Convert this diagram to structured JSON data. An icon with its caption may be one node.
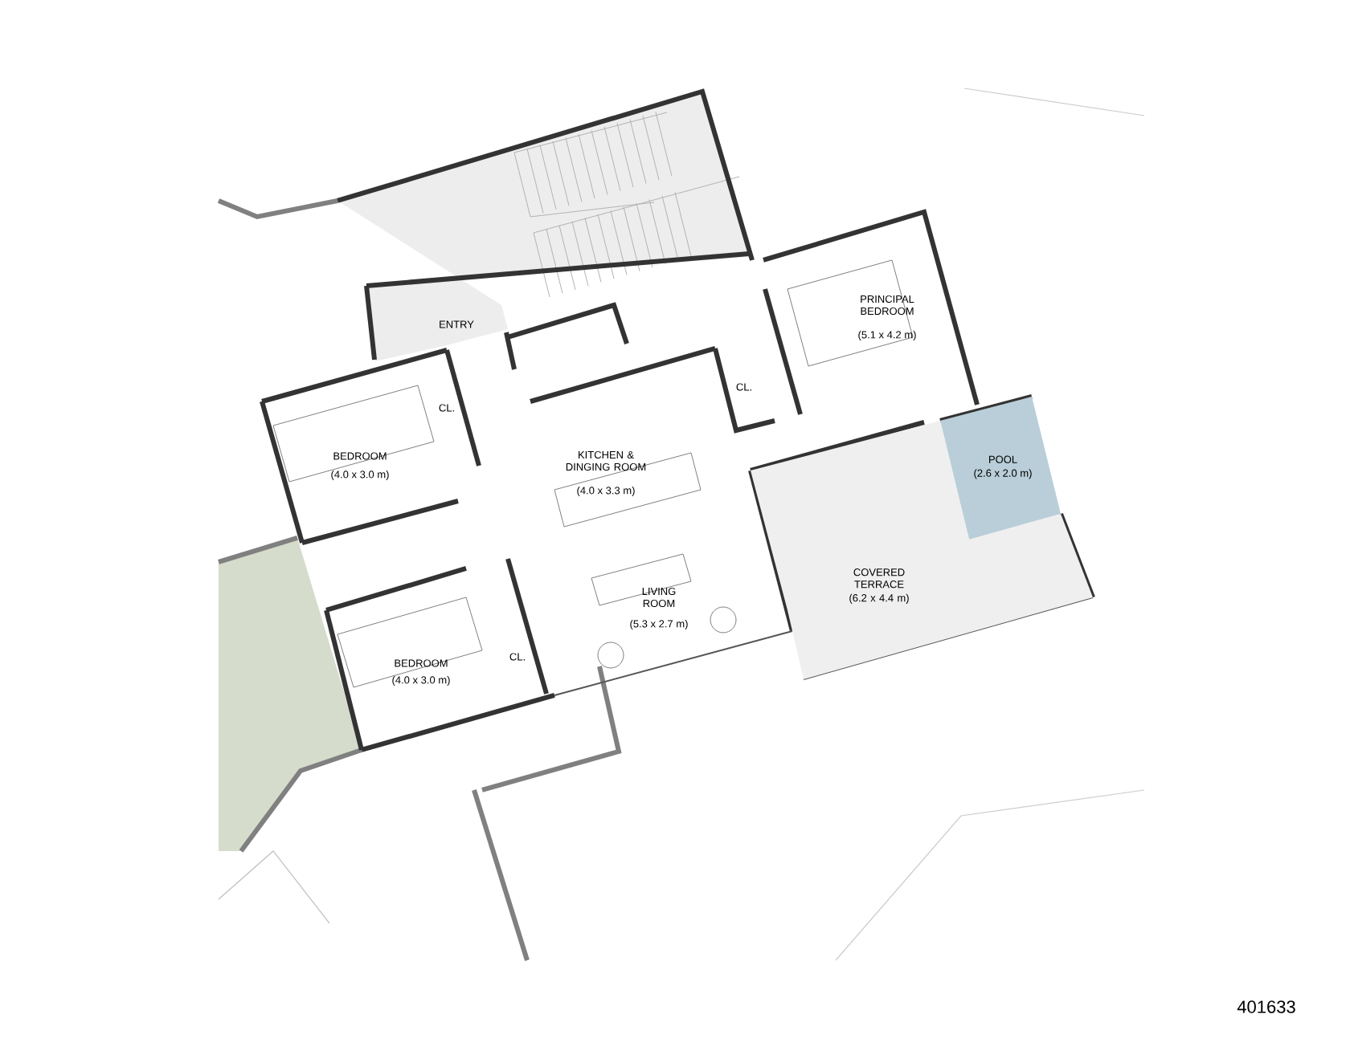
{
  "diagram": {
    "nodes": [
      {
        "text": [
          "POOL",
          "(2.6 x 2.0 m)"
        ]
      },
      {
        "text": [
          "COVERED TERRACE",
          "(6.2 x 4.4 m)"
        ]
      }
    ],
    "labels": [
      "ENTRY",
      "PRINCIPAL BEDROOM",
      "(5.1 x 4.2 m)",
      "CL.",
      "BEDROOM",
      "(4.0 x 3.0 m)",
      "CL.",
      "KITCHEN & DINGING ROOM",
      "(4.0 x 3.3 m)",
      "LIVING ROOM",
      "(5.3 x 2.7 m)",
      "BEDROOM",
      "(4.0 x 3.0 m)",
      "CL.",
      "401633"
    ]
  }
}
